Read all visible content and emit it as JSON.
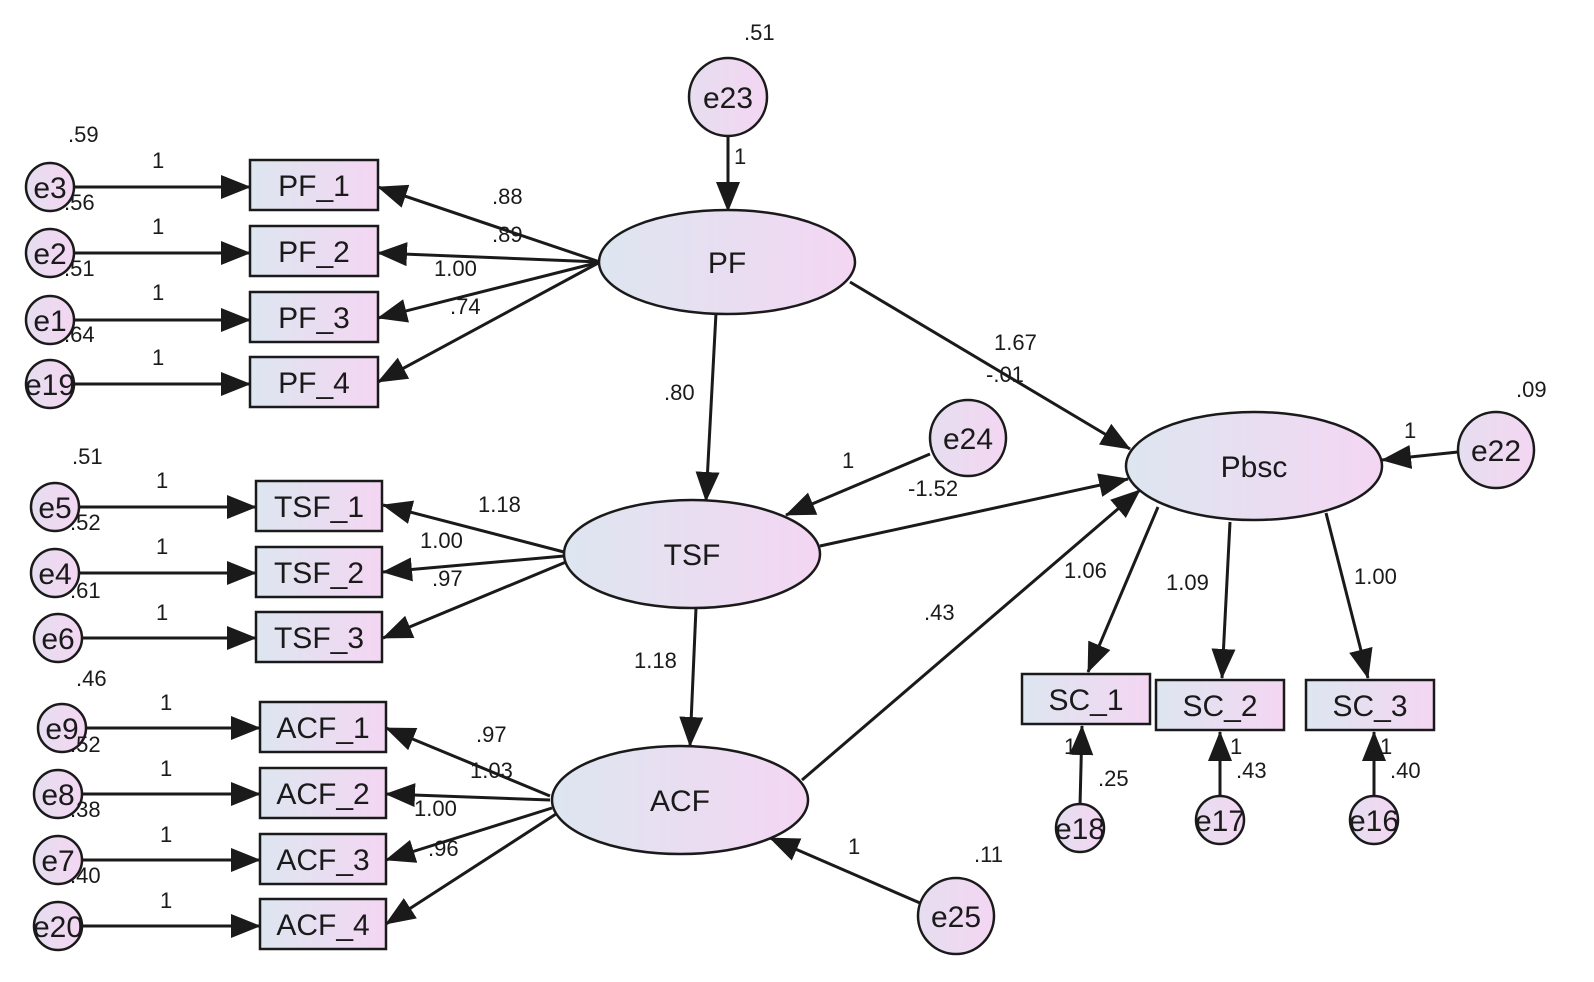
{
  "colors": {
    "stroke": "#1a1a1a",
    "box_fill_start": "#dde6f0",
    "box_fill_end": "#f4d6f2"
  },
  "latents": {
    "pf": "PF",
    "tsf": "TSF",
    "acf": "ACF",
    "pbsc": "Pbsc"
  },
  "observed": {
    "pf_1": "PF_1",
    "pf_2": "PF_2",
    "pf_3": "PF_3",
    "pf_4": "PF_4",
    "tsf_1": "TSF_1",
    "tsf_2": "TSF_2",
    "tsf_3": "TSF_3",
    "acf_1": "ACF_1",
    "acf_2": "ACF_2",
    "acf_3": "ACF_3",
    "acf_4": "ACF_4",
    "sc_1": "SC_1",
    "sc_2": "SC_2",
    "sc_3": "SC_3"
  },
  "errors": {
    "e1": "e1",
    "e2": "e2",
    "e3": "e3",
    "e4": "e4",
    "e5": "e5",
    "e6": "e6",
    "e7": "e7",
    "e8": "e8",
    "e9": "e9",
    "e16": "e16",
    "e17": "e17",
    "e18": "e18",
    "e19": "e19",
    "e20": "e20",
    "e22": "e22",
    "e23": "e23",
    "e24": "e24",
    "e25": "e25"
  },
  "variances": {
    "e3": ".59",
    "e2": ".56",
    "e1": ".51",
    "e19": ".64",
    "e5": ".51",
    "e4": ".52",
    "e6": ".61",
    "e9": ".46",
    "e8": ".52",
    "e7": ".38",
    "e20": ".40",
    "e23": ".51",
    "e22": ".09",
    "e25": ".11",
    "e18": ".25",
    "e17": ".43",
    "e16": ".40"
  },
  "fixed_paths": {
    "e3": "1",
    "e2": "1",
    "e1": "1",
    "e19": "1",
    "e5": "1",
    "e4": "1",
    "e6": "1",
    "e9": "1",
    "e8": "1",
    "e7": "1",
    "e20": "1",
    "e23": "1",
    "e24": "1",
    "e25": "1",
    "e22": "1",
    "e18": "1",
    "e17": "1",
    "e16": "1"
  },
  "loadings": {
    "pf_1": ".88",
    "pf_2": ".89",
    "pf_3": "1.00",
    "pf_4": ".74",
    "tsf_1": "1.18",
    "tsf_2": "1.00",
    "tsf_3": ".97",
    "acf_1": ".97",
    "acf_2": "1.03",
    "acf_3": "1.00",
    "acf_4": ".96",
    "sc_1": "1.06",
    "sc_2": "1.09",
    "sc_3": "1.00"
  },
  "structural": {
    "pf_tsf": ".80",
    "tsf_acf": "1.18",
    "pf_pbsc": "1.67",
    "pf_pbsc_extra": "-.01",
    "tsf_pbsc": "-1.52",
    "acf_pbsc": ".43"
  }
}
